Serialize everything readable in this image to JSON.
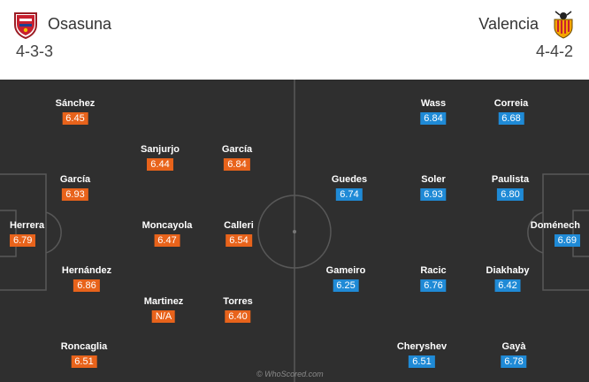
{
  "home": {
    "name": "Osasuna",
    "formation": "4-3-3",
    "crest_icon": "osasuna-crest-icon",
    "color": "#e8631b",
    "players": [
      {
        "name": "Sánchez",
        "rating": "6.45"
      },
      {
        "name": "Sanjurjo",
        "rating": "6.44"
      },
      {
        "name": "García",
        "rating": "6.84"
      },
      {
        "name": "García",
        "rating": "6.93"
      },
      {
        "name": "Herrera",
        "rating": "6.79"
      },
      {
        "name": "Moncayola",
        "rating": "6.47"
      },
      {
        "name": "Calleri",
        "rating": "6.54"
      },
      {
        "name": "Hernández",
        "rating": "6.86"
      },
      {
        "name": "Martinez",
        "rating": "N/A"
      },
      {
        "name": "Torres",
        "rating": "6.40"
      },
      {
        "name": "Roncaglia",
        "rating": "6.51"
      }
    ]
  },
  "away": {
    "name": "Valencia",
    "formation": "4-4-2",
    "crest_icon": "valencia-crest-icon",
    "color": "#1f8ad6",
    "players": [
      {
        "name": "Wass",
        "rating": "6.84"
      },
      {
        "name": "Correia",
        "rating": "6.68"
      },
      {
        "name": "Guedes",
        "rating": "6.74"
      },
      {
        "name": "Soler",
        "rating": "6.93"
      },
      {
        "name": "Paulista",
        "rating": "6.80"
      },
      {
        "name": "Doménech",
        "rating": "6.69"
      },
      {
        "name": "Gameiro",
        "rating": "6.25"
      },
      {
        "name": "Racic",
        "rating": "6.76"
      },
      {
        "name": "Diakhaby",
        "rating": "6.42"
      },
      {
        "name": "Cheryshev",
        "rating": "6.51"
      },
      {
        "name": "Gayà",
        "rating": "6.78"
      }
    ]
  },
  "pitch_color": "#2f2f2f",
  "watermark": "© WhoScored.com"
}
